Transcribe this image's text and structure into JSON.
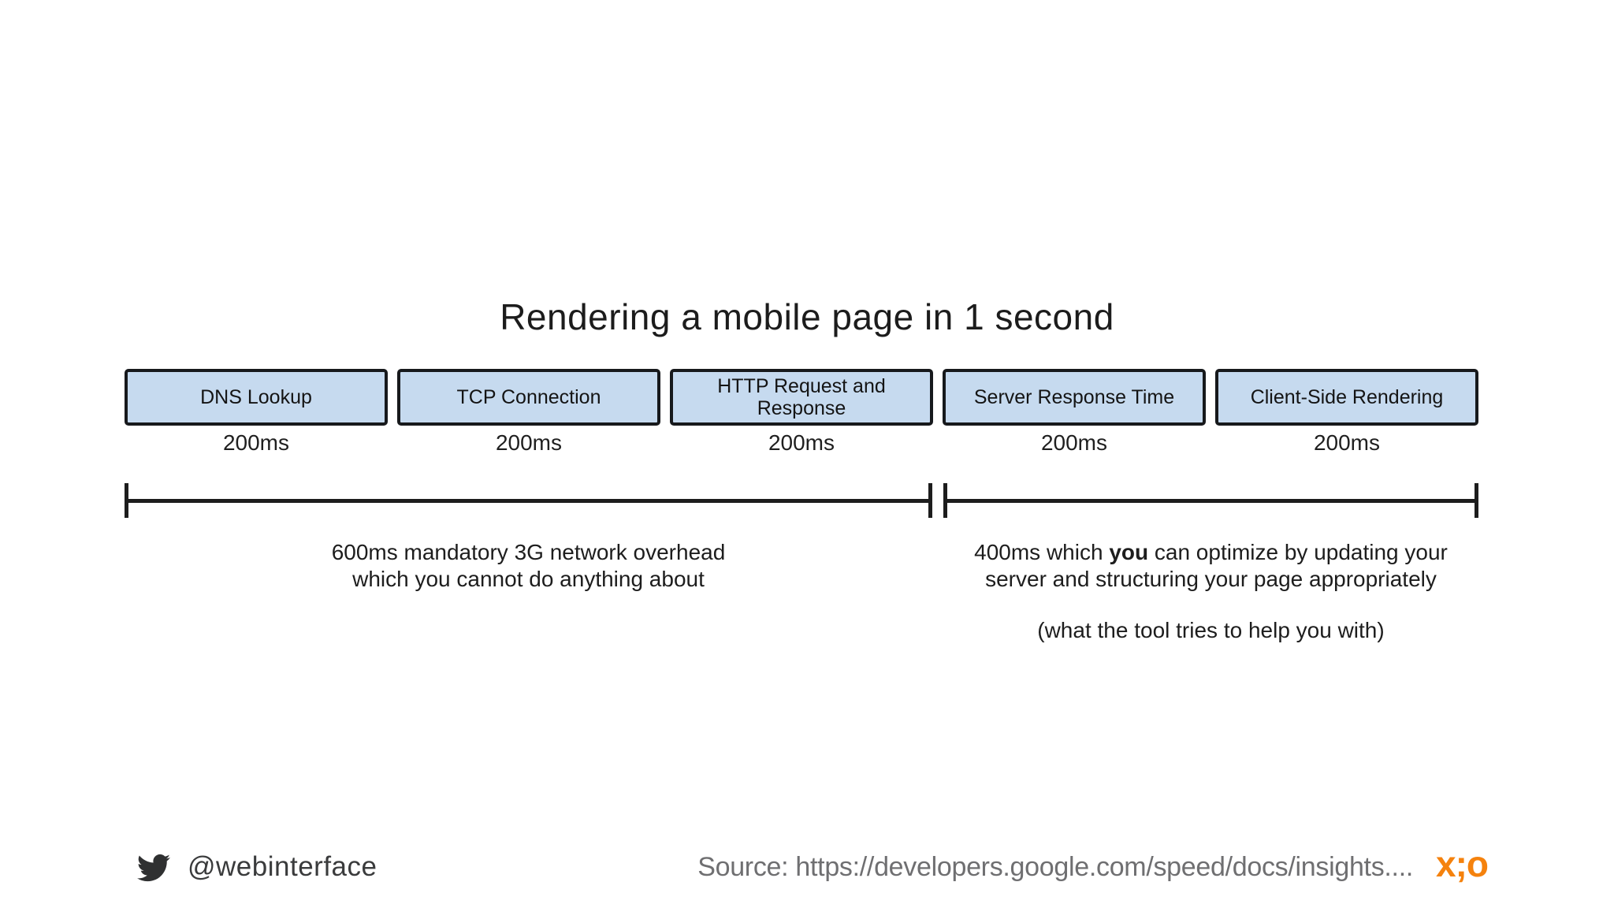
{
  "slide": {
    "title": "Rendering a mobile page in 1 second",
    "diagram": {
      "phases": [
        {
          "label": "DNS Lookup",
          "duration": "200ms"
        },
        {
          "label": "TCP Connection",
          "duration": "200ms"
        },
        {
          "label": "HTTP Request and Response",
          "duration": "200ms"
        },
        {
          "label": "Server Response Time",
          "duration": "200ms"
        },
        {
          "label": "Client-Side Rendering",
          "duration": "200ms"
        }
      ],
      "left_bracket": {
        "line1": "600ms mandatory 3G network overhead",
        "line2": "which you cannot do anything about"
      },
      "right_bracket": {
        "line1_prefix": "400ms which ",
        "line1_bold": "you",
        "line1_suffix": " can optimize by updating your",
        "line2": "server and structuring your page appropriately",
        "note": "(what the tool tries to help you with)"
      }
    }
  },
  "footer": {
    "twitter_icon": "twitter-bird-icon",
    "twitter_handle": "@webinterface",
    "source": "Source: https://developers.google.com/speed/docs/insights....",
    "logo": "x;o"
  },
  "colors": {
    "background": "#ffffff",
    "box_fill": "#c6daef",
    "box_border": "#17191c",
    "bracket_line": "#1d1d1d",
    "text": "#1a1a1a",
    "footer_text_gray": "#6f6f71",
    "twitter_handle_gray": "#3a3b3c",
    "logo_orange": "#f5820d"
  }
}
